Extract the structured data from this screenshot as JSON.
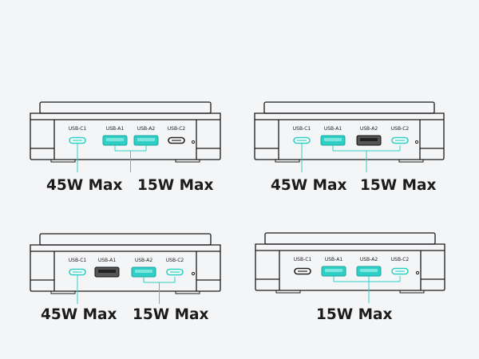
{
  "colors": {
    "accent": "#2fcfc5",
    "body": "#1a1a1a",
    "dark_port": "#3a3a3a",
    "background": "#f4f5f7"
  },
  "panels": [
    {
      "ports": [
        {
          "label": "USB-C1",
          "kind": "c",
          "active": true
        },
        {
          "label": "USB-A1",
          "kind": "a",
          "active": true
        },
        {
          "label": "USB-A2",
          "kind": "a",
          "active": true
        },
        {
          "label": "USB-C2",
          "kind": "c",
          "active": false
        }
      ],
      "left_label": "45W Max",
      "right_label": "15W Max",
      "bracket": "a1-a2"
    },
    {
      "ports": [
        {
          "label": "USB-C1",
          "kind": "c",
          "active": true
        },
        {
          "label": "USB-A1",
          "kind": "a",
          "active": true
        },
        {
          "label": "USB-A2",
          "kind": "a",
          "active": false
        },
        {
          "label": "USB-C2",
          "kind": "c",
          "active": true
        }
      ],
      "left_label": "45W Max",
      "right_label": "15W Max",
      "bracket": "a1-c2"
    },
    {
      "ports": [
        {
          "label": "USB-C1",
          "kind": "c",
          "active": true
        },
        {
          "label": "USB-A1",
          "kind": "a",
          "active": false
        },
        {
          "label": "USB-A2",
          "kind": "a",
          "active": true
        },
        {
          "label": "USB-C2",
          "kind": "c",
          "active": true
        }
      ],
      "left_label": "45W Max",
      "right_label": "15W Max",
      "bracket": "a2-c2"
    },
    {
      "ports": [
        {
          "label": "USB-C1",
          "kind": "c",
          "active": false
        },
        {
          "label": "USB-A1",
          "kind": "a",
          "active": true
        },
        {
          "label": "USB-A2",
          "kind": "a",
          "active": true
        },
        {
          "label": "USB-C2",
          "kind": "c",
          "active": true
        }
      ],
      "left_label": "",
      "right_label": "15W Max",
      "bracket": "a1-a2-c2"
    }
  ]
}
